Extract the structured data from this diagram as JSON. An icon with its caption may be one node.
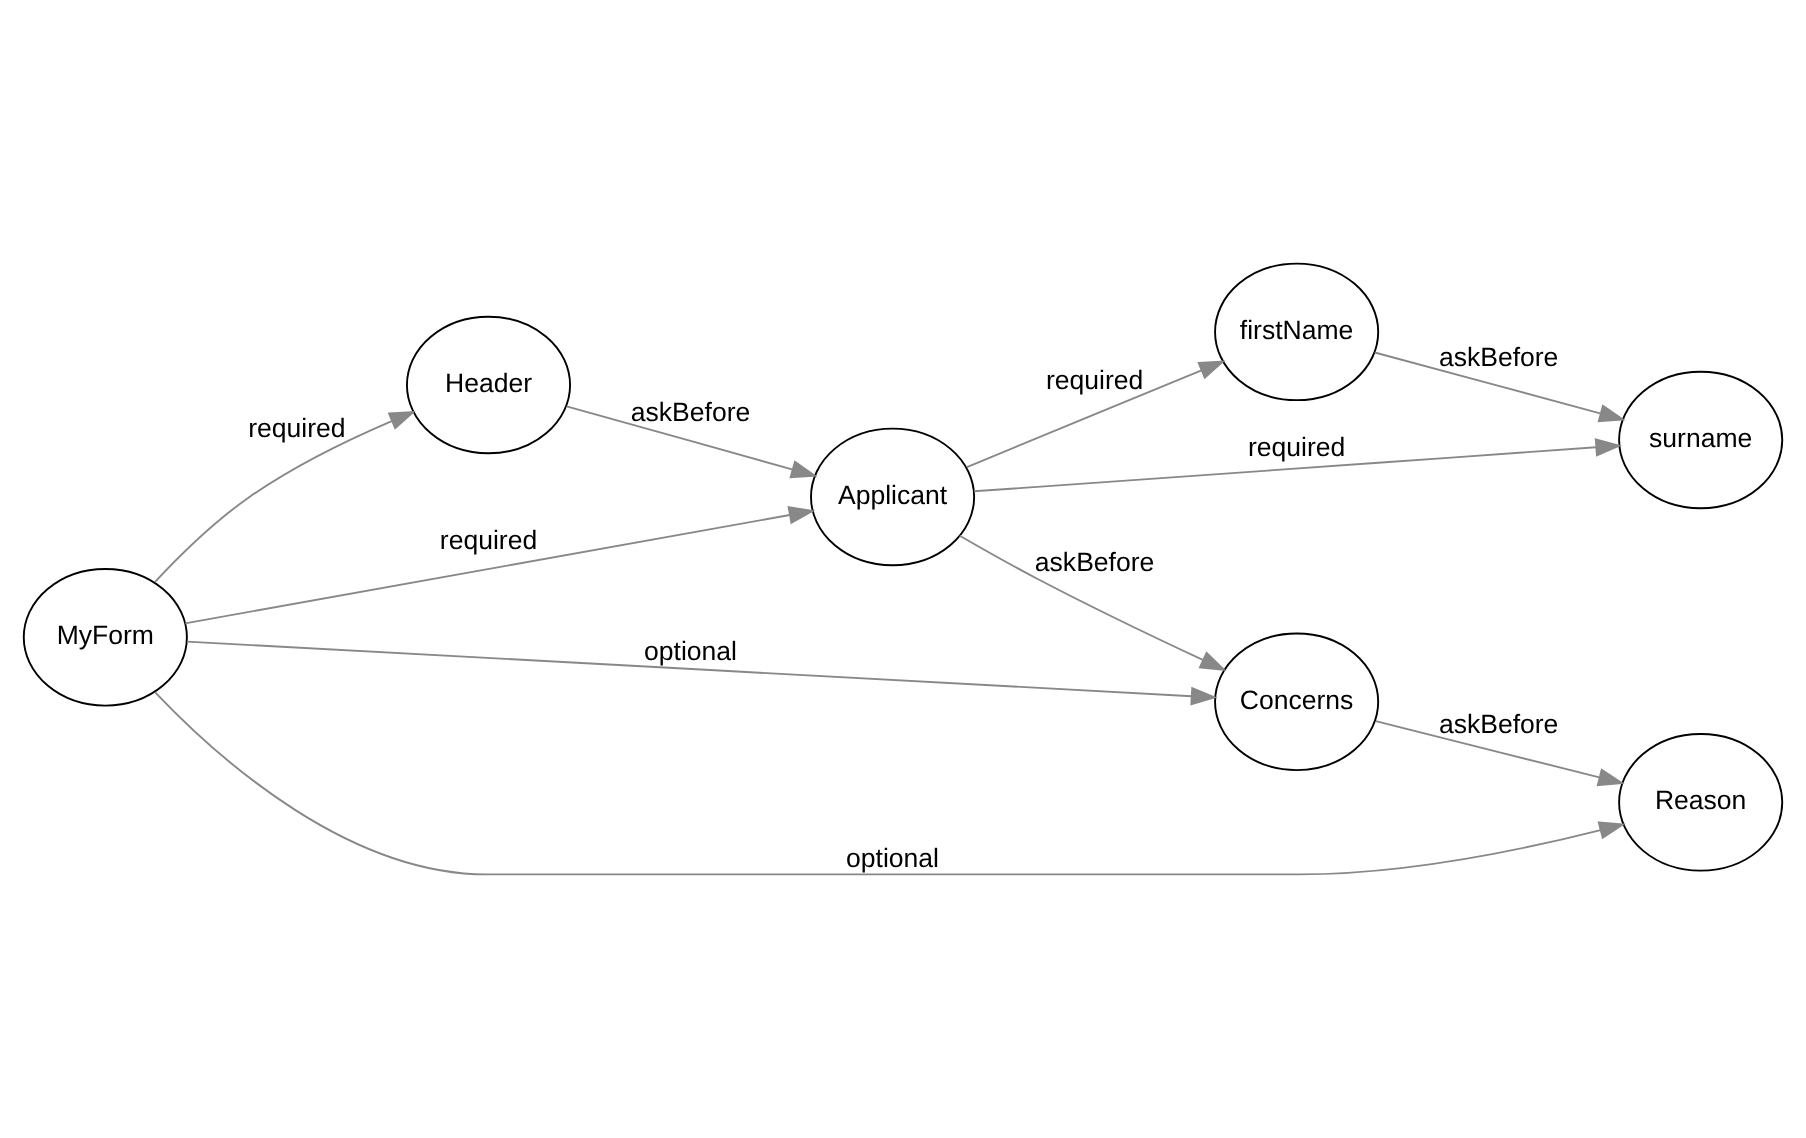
{
  "diagram": {
    "nodes": [
      {
        "text": [
          "MyForm"
        ]
      },
      {
        "text": [
          "Header"
        ]
      },
      {
        "text": [
          "Applicant"
        ]
      },
      {
        "text": [
          "firstName"
        ]
      },
      {
        "text": [
          "surname"
        ]
      },
      {
        "text": [
          "Concerns"
        ]
      },
      {
        "text": [
          "Reason"
        ]
      }
    ],
    "edges": [
      {
        "from": 0,
        "to": 1,
        "arrow": "to",
        "label": "required"
      },
      {
        "from": 0,
        "to": 2,
        "arrow": "to",
        "label": "required"
      },
      {
        "from": 0,
        "to": 6,
        "arrow": "to",
        "label": "optional"
      },
      {
        "from": 0,
        "to": 5,
        "arrow": "to",
        "label": "optional"
      },
      {
        "from": 1,
        "to": 2,
        "arrow": "to",
        "label": "askBefore"
      },
      {
        "from": 2,
        "to": 3,
        "arrow": "to",
        "label": "required"
      },
      {
        "from": 2,
        "to": 4,
        "arrow": "to",
        "label": "required"
      },
      {
        "from": 3,
        "to": 4,
        "arrow": "to",
        "label": "askBefore"
      },
      {
        "from": 2,
        "to": 5,
        "arrow": "to",
        "label": "askBefore"
      },
      {
        "from": 5,
        "to": 6,
        "arrow": "to",
        "label": "askBefore"
      }
    ]
  }
}
